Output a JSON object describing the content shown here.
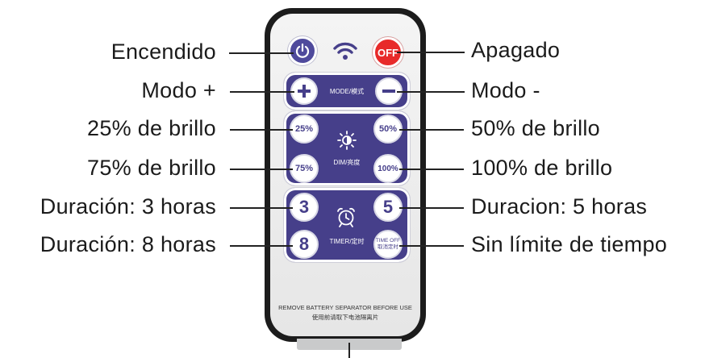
{
  "callouts": {
    "power_on": "Encendido",
    "power_off": "Apagado",
    "mode_plus": "Modo +",
    "mode_minus": "Modo -",
    "brightness_25": "25% de brillo",
    "brightness_50": "50% de brillo",
    "brightness_75": "75% de brillo",
    "brightness_100": "100% de brillo",
    "timer_3h": "Duración: 3 horas",
    "timer_5h": "Duracion: 5 horas",
    "timer_8h": "Duración: 8 horas",
    "timer_off": "Sin límite de tiempo"
  },
  "remote": {
    "off_button": "OFF",
    "mode_label": "MODE/模式",
    "dim_label": "DIM/亮度",
    "timer_label": "TIMER/定时",
    "btn_25": "25%",
    "btn_50": "50%",
    "btn_75": "75%",
    "btn_100": "100%",
    "btn_3": "3",
    "btn_5": "5",
    "btn_8": "8",
    "btn_timeoff_line1": "TIME OFF",
    "btn_timeoff_line2": "取消定时",
    "footer_en": "REMOVE BATTERY SEPARATOR BEFORE USE",
    "footer_cn": "使用前请取下电池隔离片"
  },
  "icons": [
    "power-icon",
    "wifi-signal-icon",
    "plus-icon",
    "minus-icon",
    "sun-icon",
    "alarm-clock-icon"
  ],
  "colors": {
    "panel": "#463f8a",
    "off_button": "#e82a2a",
    "remote_border": "#1c1c1c"
  }
}
